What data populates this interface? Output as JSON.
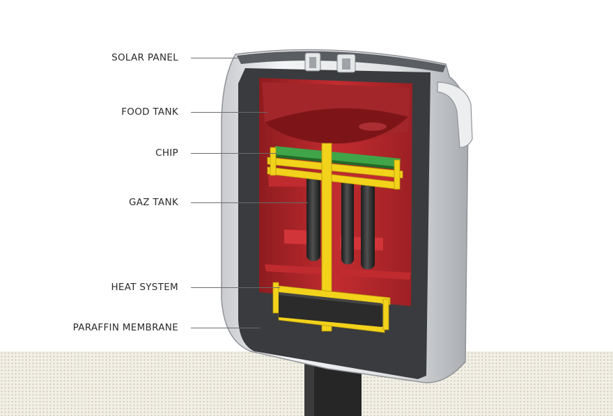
{
  "labels": [
    {
      "id": "solar-panel",
      "text": "SOLAR PANEL"
    },
    {
      "id": "food-tank",
      "text": "FOOD TANK"
    },
    {
      "id": "chip",
      "text": "CHIP"
    },
    {
      "id": "gaz-tank",
      "text": "GAZ TANK"
    },
    {
      "id": "heat-system",
      "text": "HEAT SYSTEM"
    },
    {
      "id": "paraffin-membrane",
      "text": "PARAFFIN MEMBRANE"
    }
  ],
  "colors": {
    "shell": "#d7d9dc",
    "interior": "#b3262a",
    "frame": "#f2d21b",
    "chip": "#3fa548",
    "heater": "#2b2b2b",
    "stand": "#262626"
  }
}
